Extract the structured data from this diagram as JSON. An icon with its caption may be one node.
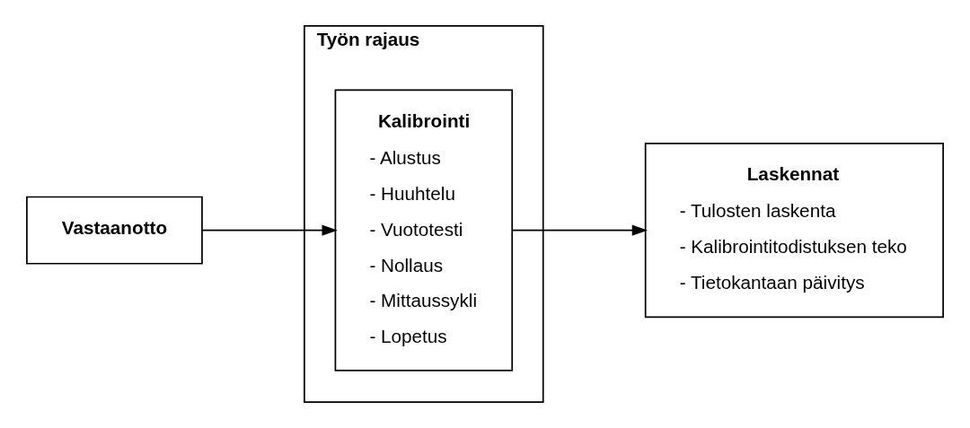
{
  "diagram": {
    "nodes": [
      {
        "text": [
          "Vastaanotto"
        ]
      },
      {
        "text": [
          "Työn rajaus"
        ]
      },
      {
        "text": [
          "Kalibrointi",
          "- Alustus",
          "- Huuhtelu",
          "- Vuototesti",
          "- Nollaus",
          "- Mittaussykli",
          "- Lopetus"
        ],
        "in": 1
      },
      {
        "text": [
          "Laskennat",
          "- Tulosten laskenta",
          "- Kalibrointitodistuksen teko",
          "- Tietokantaan päivitys"
        ]
      }
    ],
    "edges": [
      {
        "from": 0,
        "to": 2,
        "arrow": "to"
      },
      {
        "from": 2,
        "to": 3,
        "arrow": "to"
      }
    ]
  }
}
